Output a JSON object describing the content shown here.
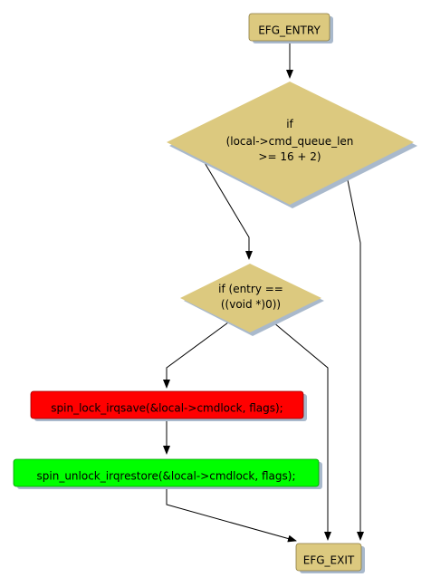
{
  "nodes": {
    "entry": {
      "label": "EFG_ENTRY"
    },
    "cond1": {
      "lines": [
        "if",
        "(local->cmd_queue_len",
        ">= 16 + 2)"
      ]
    },
    "cond2": {
      "lines": [
        "if (entry ==",
        "((void *)0))"
      ]
    },
    "lock": {
      "label": "spin_lock_irqsave(&local->cmdlock, flags);"
    },
    "unlock": {
      "label": "spin_unlock_irqrestore(&local->cmdlock, flags);"
    },
    "exit": {
      "label": "EFG_EXIT"
    }
  },
  "colors": {
    "terminal_fill": "#dcc97f",
    "decision_fill": "#dcc97f",
    "lock_fill": "#ff0000",
    "unlock_fill": "#00ff00",
    "shadow": "#a9b9cc",
    "edge": "#000000"
  }
}
